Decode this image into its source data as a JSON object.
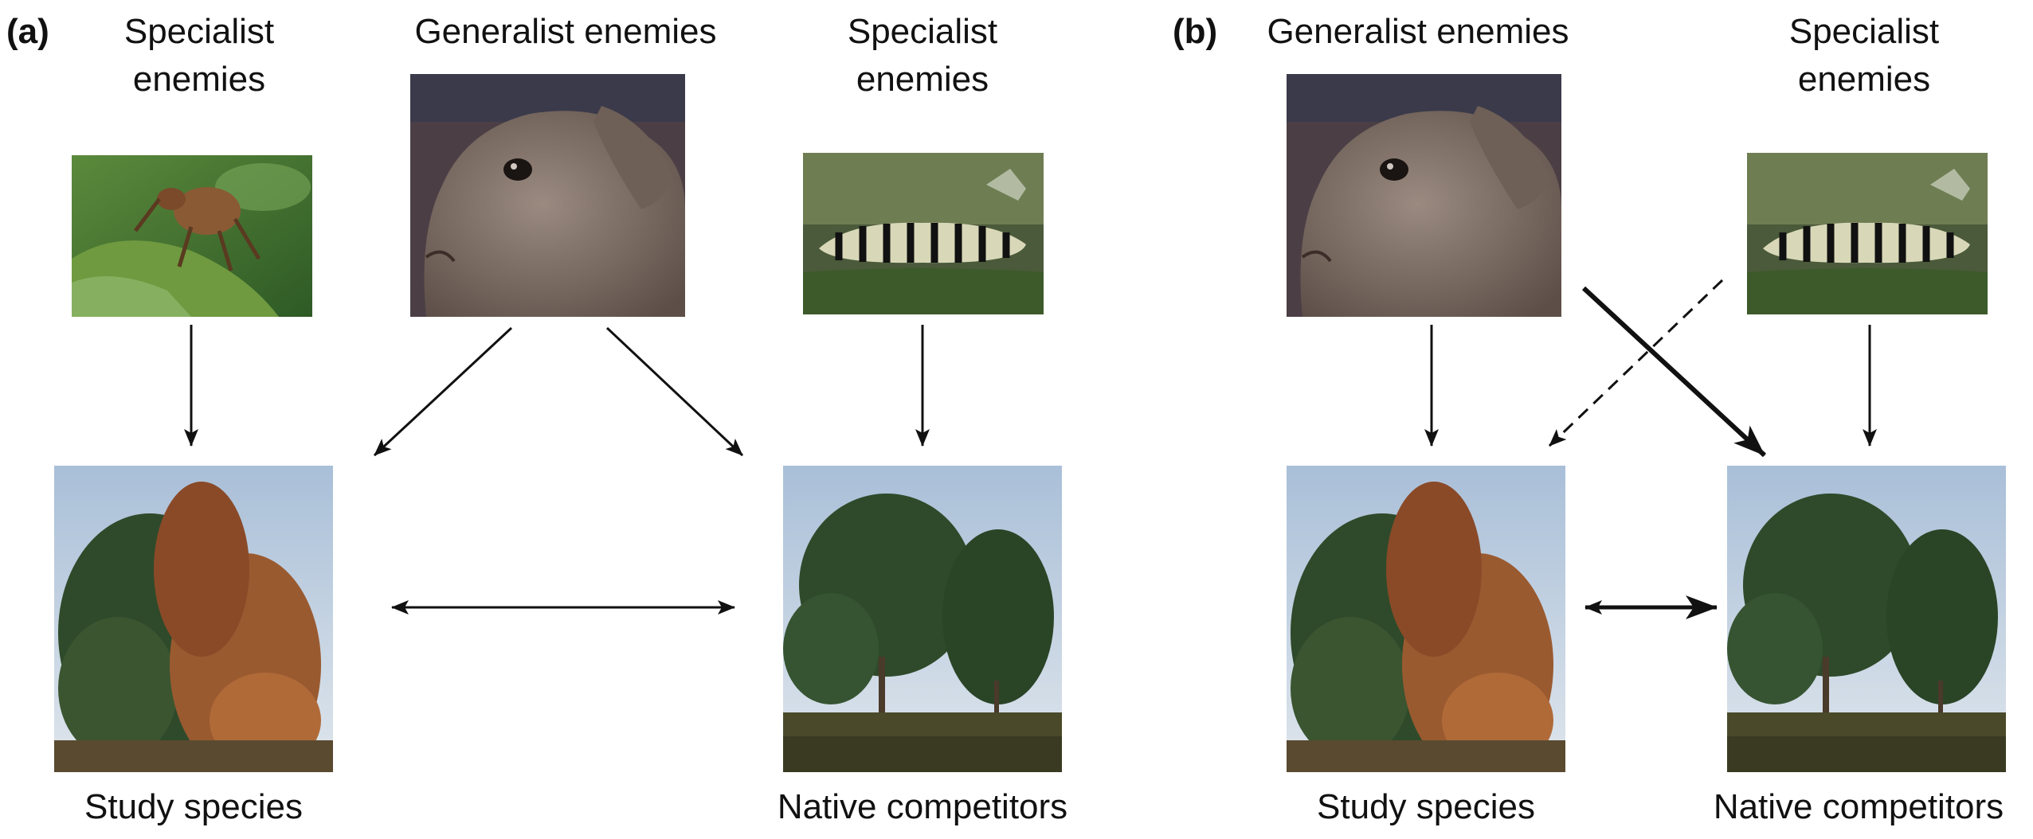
{
  "panels": [
    {
      "letter": "(a)",
      "left_specialist": "Specialist\nenemies",
      "generalist": "Generalist enemies",
      "right_specialist": "Specialist\nenemies",
      "study": "Study species",
      "competitors": "Native competitors"
    },
    {
      "letter": "(b)",
      "generalist": "Generalist enemies",
      "specialist": "Specialist\nenemies",
      "study": "Study species",
      "competitors": "Native competitors"
    }
  ],
  "photos": {
    "weevil": "weevil-photo",
    "rabbit": "rabbit-photo",
    "caterpillar": "caterpillar-photo",
    "study_tree": "study-species-tree-photo",
    "competitor_trees": "native-competitor-trees-photo"
  },
  "colors": {
    "text": "#111111",
    "arrow": "#111111",
    "rabbit": "#7d6e66",
    "foliage_dark": "#2f4a2a",
    "foliage_autumn": "#9a5a30",
    "sky": "#b9cbe0"
  }
}
